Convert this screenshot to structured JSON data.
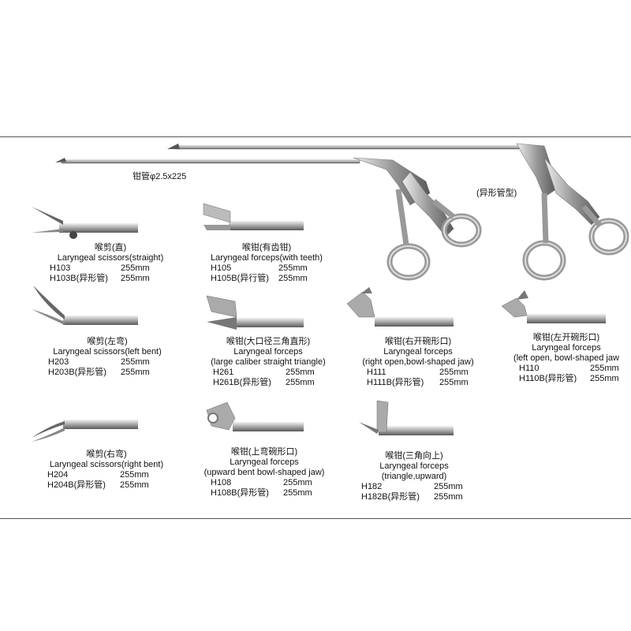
{
  "header": {
    "tube_spec": "钳管φ2.5x225",
    "special_tube_type": "(异形管型)"
  },
  "products": [
    {
      "cn": "喉剪(直)",
      "en": "Laryngeal scissors(straight)",
      "models": [
        {
          "code": "H103",
          "length": "255mm"
        },
        {
          "code": "H103B(异形管)",
          "length": "255mm"
        }
      ]
    },
    {
      "cn": "喉钳(有齿钳)",
      "en": "Laryngeal forceps(with teeth)",
      "models": [
        {
          "code": "H105",
          "length": "255mm"
        },
        {
          "code": "H105B(异行管)",
          "length": "255mm"
        }
      ]
    },
    {
      "cn": "喉剪(左弯)",
      "en": "Laryngeal scissors(left bent)",
      "models": [
        {
          "code": "H203",
          "length": "255mm"
        },
        {
          "code": "H203B(异形管)",
          "length": "255mm"
        }
      ]
    },
    {
      "cn": "喉钳(大口径三角直形)",
      "en": "Laryngeal forceps",
      "en2": "(large caliber straight triangle)",
      "models": [
        {
          "code": "H261",
          "length": "255mm"
        },
        {
          "code": "H261B(异形管)",
          "length": "255mm"
        }
      ]
    },
    {
      "cn": "喉钳(右开碗形口)",
      "en": "Laryngeal forceps",
      "en2": "(right open,bowl-shaped jaw)",
      "models": [
        {
          "code": "H111",
          "length": "255mm"
        },
        {
          "code": "H111B(异形管)",
          "length": "255mm"
        }
      ]
    },
    {
      "cn": "喉钳(左开碗形口)",
      "en": "Laryngeal forceps",
      "en2": "(left open, bowl-shaped jaw",
      "models": [
        {
          "code": "H110",
          "length": "255mm"
        },
        {
          "code": "H110B(异形管)",
          "length": "255mm"
        }
      ]
    },
    {
      "cn": "喉剪(右弯)",
      "en": "Laryngeal scissors(right bent)",
      "models": [
        {
          "code": "H204",
          "length": "255mm"
        },
        {
          "code": "H204B(异形管)",
          "length": "255mm"
        }
      ]
    },
    {
      "cn": "喉钳(上弯碗形口)",
      "en": "Laryngeal forceps",
      "en2": "(upward bent bowl-shaped jaw)",
      "models": [
        {
          "code": "H108",
          "length": "255mm"
        },
        {
          "code": "H108B(异形管)",
          "length": "255mm"
        }
      ]
    },
    {
      "cn": "喉钳(三角向上)",
      "en": "Laryngeal forceps",
      "en2": "(triangle,upward)",
      "models": [
        {
          "code": "H182",
          "length": "255mm"
        },
        {
          "code": "H182B(异形管)",
          "length": "255mm"
        }
      ]
    }
  ]
}
